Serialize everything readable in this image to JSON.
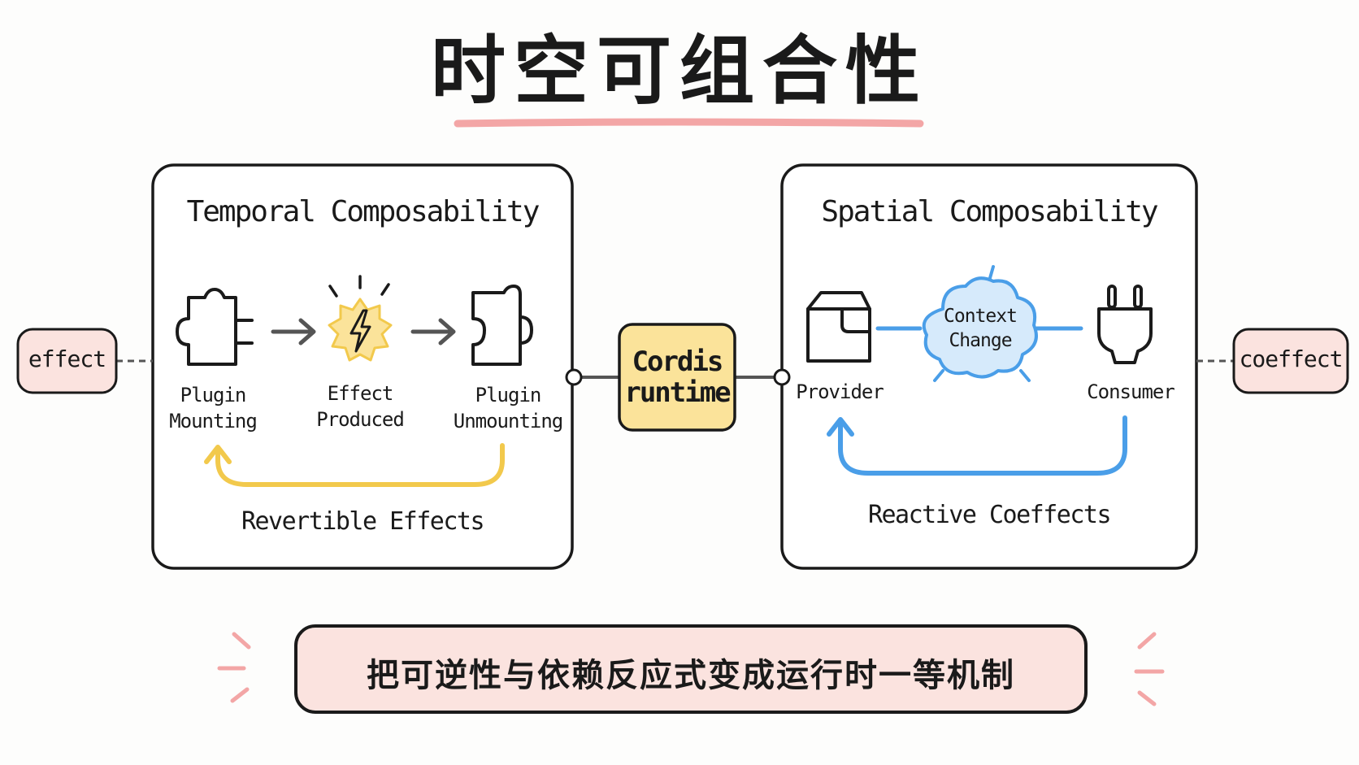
{
  "title": "时空可组合性",
  "colors": {
    "ink": "#1a1a1a",
    "pink": "#f3a6a6",
    "pink_fill": "#fbe3df",
    "yellow": "#f2c94c",
    "yellow_fill": "#fbe39a",
    "blue": "#4a9ee8",
    "blue_fill": "#d6eafb"
  },
  "left_pill": "effect",
  "right_pill": "coeffect",
  "temporal": {
    "title": "Temporal Composability",
    "mounting": [
      "Plugin",
      "Mounting"
    ],
    "effect": [
      "Effect",
      "Produced"
    ],
    "unmounting": [
      "Plugin",
      "Unmounting"
    ],
    "caption": "Revertible Effects"
  },
  "runtime": [
    "Cordis",
    "runtime"
  ],
  "spatial": {
    "title": "Spatial Composability",
    "provider": "Provider",
    "context": [
      "Context",
      "Change"
    ],
    "consumer": "Consumer",
    "caption": "Reactive Coeffects"
  },
  "banner": "把可逆性与依赖反应式变成运行时一等机制",
  "icons": {
    "plugin_mount": "puzzle-plug-icon",
    "effect": "lightning-burst-icon",
    "plugin_unmount": "puzzle-socket-icon",
    "provider": "box-icon",
    "context": "cloud-icon",
    "consumer": "electric-plug-icon"
  }
}
